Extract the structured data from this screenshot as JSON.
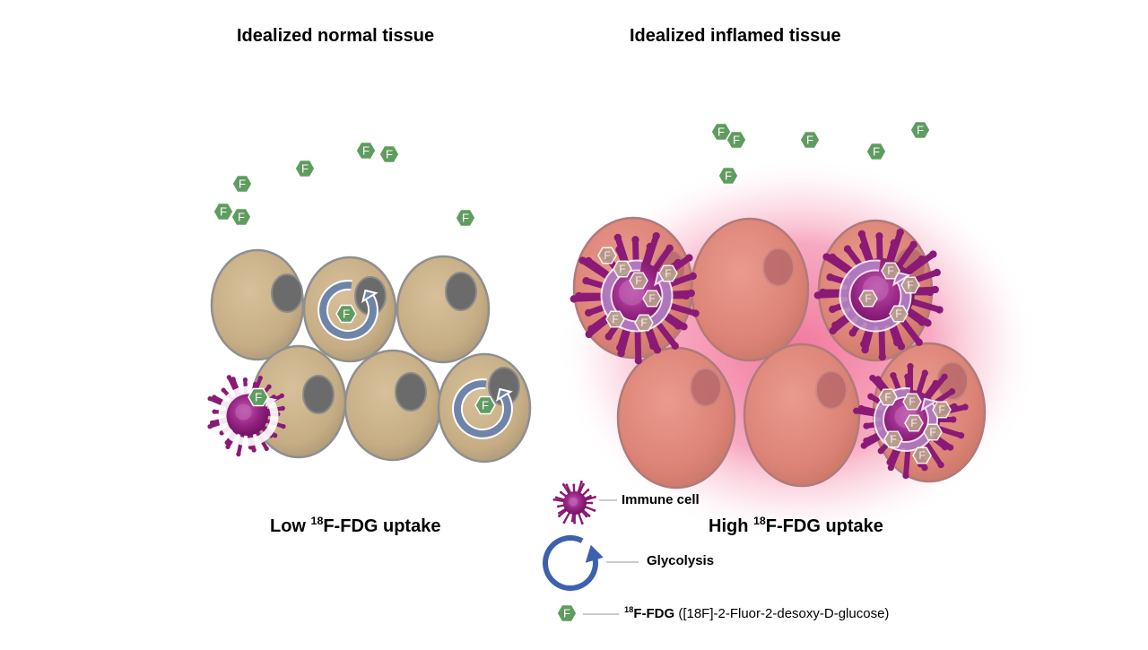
{
  "headings": {
    "normal": "Idealized normal tissue",
    "inflamed": "Idealized inflamed tissue"
  },
  "captions": {
    "low_prefix": "Low ",
    "high_prefix": "High ",
    "isotope_mass": "18",
    "suffix": "F-FDG uptake"
  },
  "fdg_glyph": "F",
  "legend": {
    "immune_cell": "Immune cell",
    "glycolysis": "Glycolysis",
    "fdg_mass": "18",
    "fdg_short": "F-FDG",
    "fdg_full": " ([18F]-2-Fluor-2-desoxy-D-glucose)"
  },
  "colors": {
    "normal_cell": "#cdb58c",
    "inflamed_cell": "#e0867d",
    "inflammation_glow": "#f1628c",
    "immune_cell": "#8e1b7a",
    "glycolysis": "#3d60b0",
    "fdg": "#5f9c5f",
    "nucleus": "#6c6c6c"
  }
}
